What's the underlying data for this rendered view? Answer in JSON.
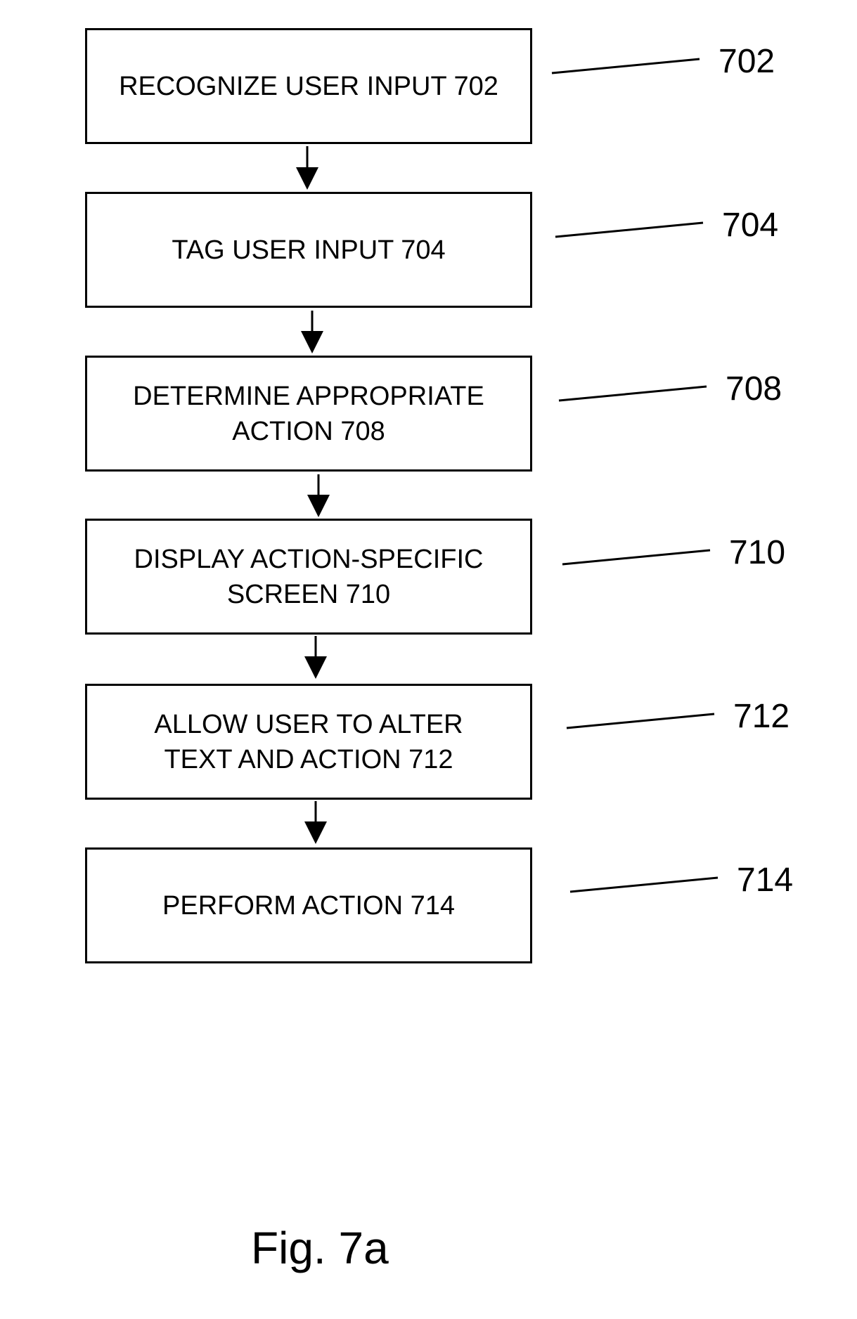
{
  "diagram": {
    "steps": [
      {
        "lines": [
          "RECOGNIZE USER INPUT 702"
        ],
        "ref": "702"
      },
      {
        "lines": [
          "TAG USER INPUT 704"
        ],
        "ref": "704"
      },
      {
        "lines": [
          "DETERMINE APPROPRIATE",
          "ACTION 708"
        ],
        "ref": "708"
      },
      {
        "lines": [
          "DISPLAY ACTION-SPECIFIC",
          "SCREEN 710"
        ],
        "ref": "710"
      },
      {
        "lines": [
          "ALLOW USER TO ALTER",
          "TEXT AND ACTION 712"
        ],
        "ref": "712"
      },
      {
        "lines": [
          "PERFORM ACTION 714"
        ],
        "ref": "714"
      }
    ],
    "figure_label": "Fig. 7a",
    "colors": {
      "stroke": "#000000",
      "background": "#ffffff"
    }
  }
}
